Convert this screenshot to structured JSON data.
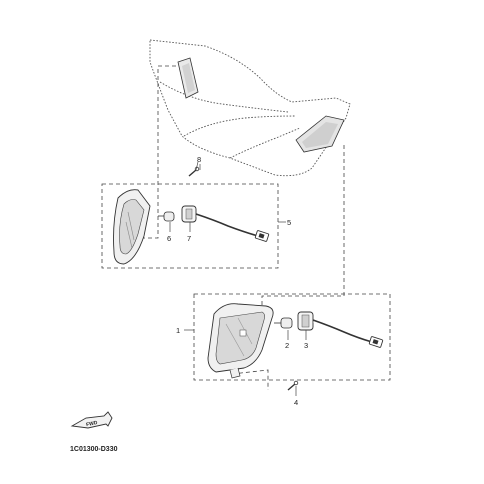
{
  "diagram": {
    "drawing_code": "1C01300-D330",
    "fwd_label": "FWD",
    "callouts": {
      "p1": "1",
      "p2": "2",
      "p3": "3",
      "p4": "4",
      "p5": "5",
      "p6": "6",
      "p7": "7",
      "p8": "8"
    }
  }
}
